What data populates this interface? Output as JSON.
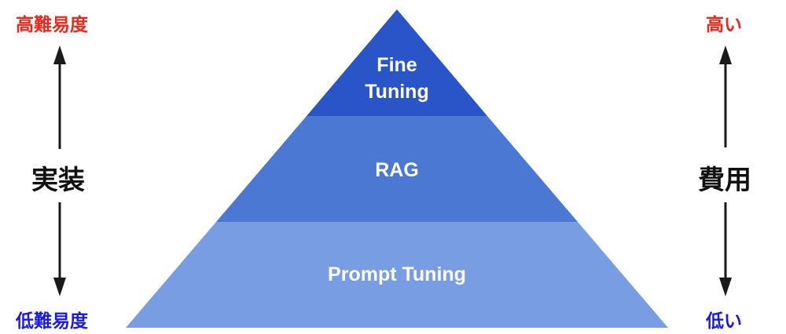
{
  "left_axis": {
    "title": "実装",
    "top_label": "高難易度",
    "bottom_label": "低難易度",
    "top_color": "#e8291c",
    "bottom_color": "#1a1ae6"
  },
  "right_axis": {
    "title": "費用",
    "top_label": "高い",
    "bottom_label": "低い",
    "top_color": "#e8291c",
    "bottom_color": "#1a1ae6"
  },
  "pyramid": {
    "tiers": [
      {
        "label_lines": [
          "Fine",
          "Tuning"
        ],
        "color": "#2a55c8"
      },
      {
        "label_lines": [
          "RAG"
        ],
        "color": "#4a78d2"
      },
      {
        "label_lines": [
          "Prompt Tuning"
        ],
        "color": "#789de2"
      }
    ]
  }
}
